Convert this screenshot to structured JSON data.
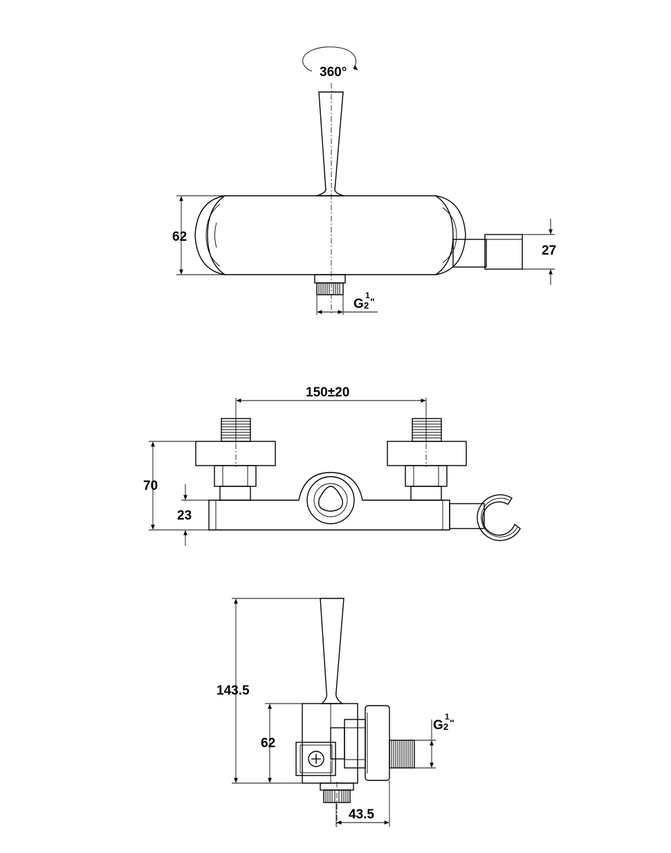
{
  "top_view": {
    "rotation": "360°",
    "height_dim": "62",
    "holder_dim": "27",
    "thread_g": "G",
    "thread_num": "1",
    "thread_den": "2",
    "thread_inch": "\""
  },
  "front_view": {
    "spacing_dim": "150±20",
    "total_height_dim": "70",
    "body_height_dim": "23"
  },
  "side_view": {
    "total_height_dim": "143.5",
    "body_height_dim": "62",
    "depth_dim": "43.5",
    "thread_g": "G",
    "thread_num": "1",
    "thread_den": "2",
    "thread_inch": "\""
  }
}
